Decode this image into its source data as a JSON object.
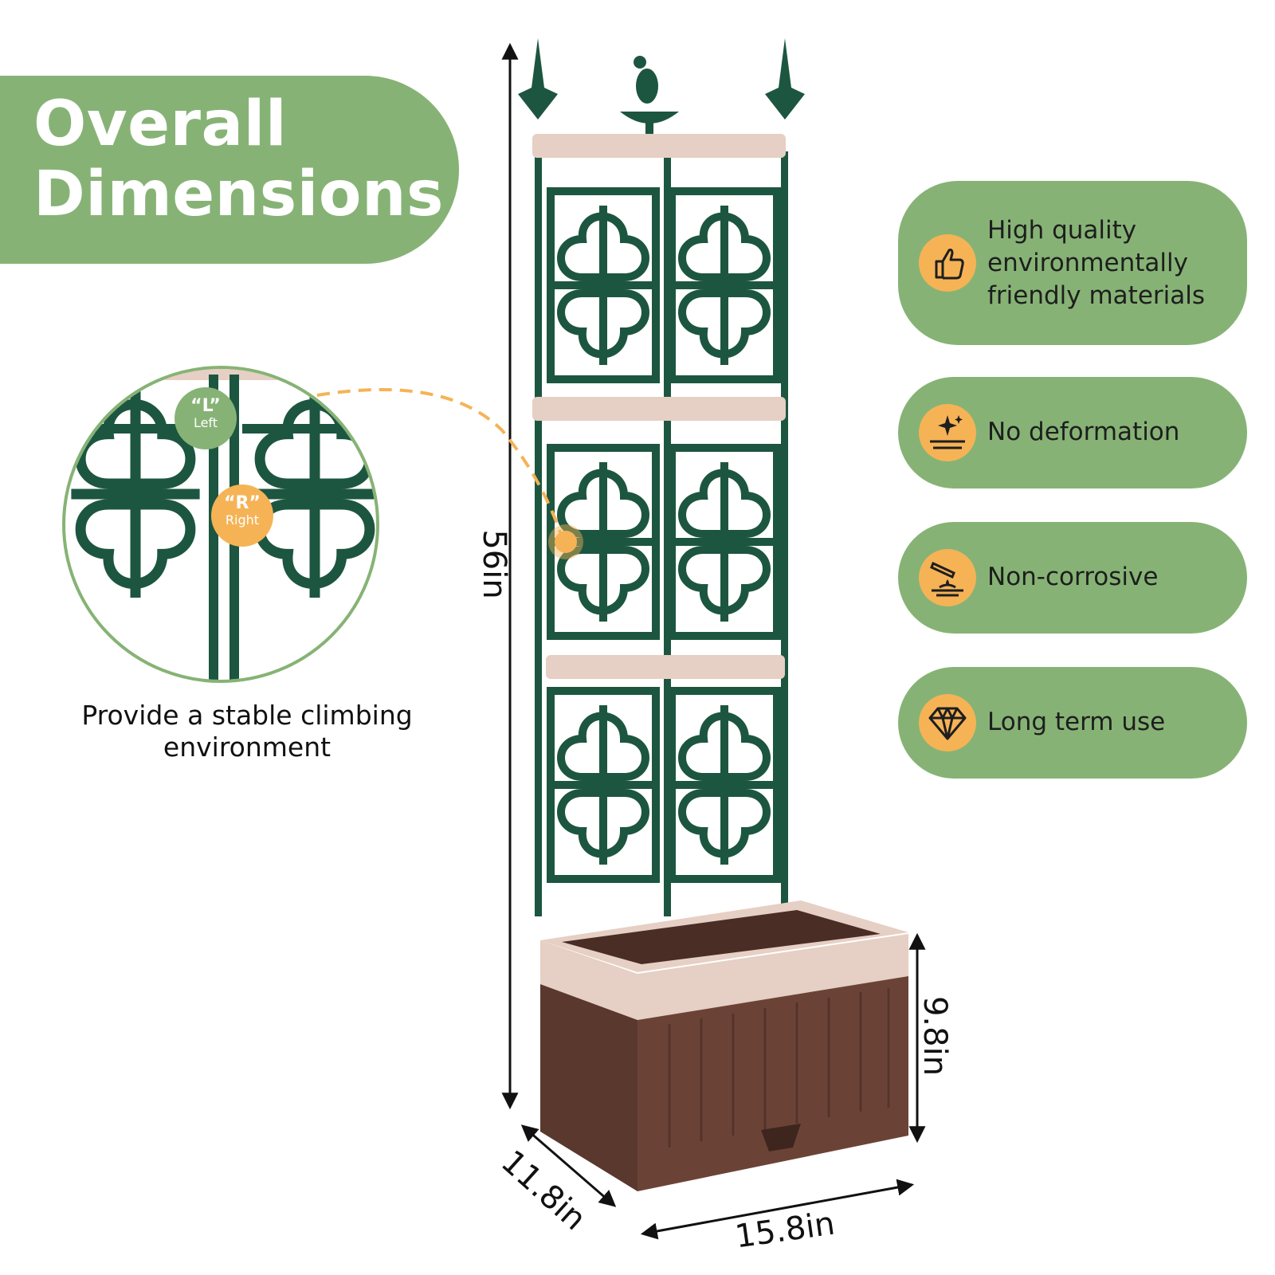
{
  "header": {
    "title_line1": "Overall",
    "title_line2": "Dimensions"
  },
  "features": [
    {
      "icon": "thumbs-up-icon",
      "label": "High quality environmentally friendly materials"
    },
    {
      "icon": "sparkle-surface-icon",
      "label": "No deformation"
    },
    {
      "icon": "corrosion-drop-icon",
      "label": "Non-corrosive"
    },
    {
      "icon": "diamond-icon",
      "label": "Long term use"
    }
  ],
  "detail": {
    "left_tag": "“L”",
    "left_word": "Left",
    "right_tag": "“R”",
    "right_word": "Right",
    "caption": "Provide a stable climbing environment"
  },
  "dimensions": {
    "height": "56in",
    "box_height": "9.8in",
    "depth": "11.8in",
    "width": "15.8in"
  },
  "colors": {
    "banner_green": "#86b375",
    "icon_orange": "#f5b356",
    "trellis_green": "#1d5640",
    "planter_brown": "#6b4336",
    "planter_rim": "#e6cfc4"
  }
}
